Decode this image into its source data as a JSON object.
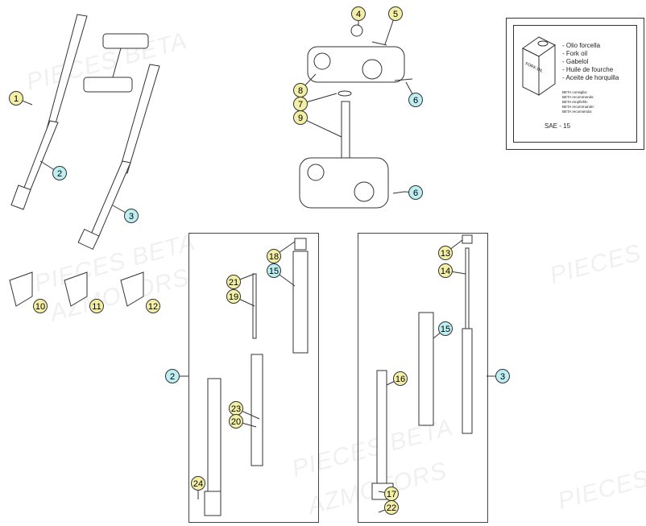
{
  "watermark": {
    "line1": "PIECES BETA",
    "line2": "AZMOTORS"
  },
  "oil_box": {
    "can_label": "FORK OIL",
    "names": [
      "- Olio forcella",
      "- Fork oil",
      "- Gabelol",
      "- Huile de fourche",
      "- Aceite de horquilla"
    ],
    "recommend": [
      "BETA consiglia:",
      "BETA recommends:",
      "BETA empfiehlt:",
      "BETA recommande:",
      "BETA recomienda:"
    ],
    "grade": "SAE - 15"
  },
  "callouts": [
    {
      "label": "1",
      "color": "yellow"
    },
    {
      "label": "2",
      "color": "cyan"
    },
    {
      "label": "3",
      "color": "cyan"
    },
    {
      "label": "4",
      "color": "yellow"
    },
    {
      "label": "5",
      "color": "yellow"
    },
    {
      "label": "8",
      "color": "yellow"
    },
    {
      "label": "7",
      "color": "yellow"
    },
    {
      "label": "6",
      "color": "cyan"
    },
    {
      "label": "9",
      "color": "yellow"
    },
    {
      "label": "6",
      "color": "cyan"
    },
    {
      "label": "10",
      "color": "yellow"
    },
    {
      "label": "11",
      "color": "yellow"
    },
    {
      "label": "12",
      "color": "yellow"
    },
    {
      "label": "18",
      "color": "yellow"
    },
    {
      "label": "15",
      "color": "cyan"
    },
    {
      "label": "21",
      "color": "yellow"
    },
    {
      "label": "19",
      "color": "yellow"
    },
    {
      "label": "2",
      "color": "cyan"
    },
    {
      "label": "23",
      "color": "yellow"
    },
    {
      "label": "20",
      "color": "yellow"
    },
    {
      "label": "24",
      "color": "yellow"
    },
    {
      "label": "13",
      "color": "yellow"
    },
    {
      "label": "14",
      "color": "yellow"
    },
    {
      "label": "15",
      "color": "cyan"
    },
    {
      "label": "16",
      "color": "yellow"
    },
    {
      "label": "3",
      "color": "cyan"
    },
    {
      "label": "17",
      "color": "yellow"
    },
    {
      "label": "22",
      "color": "yellow"
    }
  ],
  "colors": {
    "yellow": "#f4efa6",
    "cyan": "#bdeef2",
    "line": "#333333"
  }
}
